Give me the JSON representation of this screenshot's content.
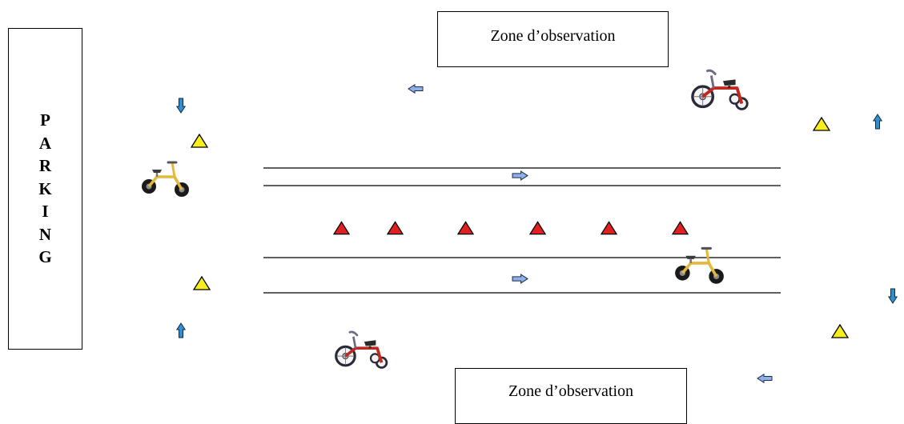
{
  "parking": {
    "label": "P\nA\nR\nK\nI\nN\nG"
  },
  "observation_top": {
    "label": "Zone d’observation"
  },
  "observation_bottom": {
    "label": "Zone d’observation"
  },
  "colors": {
    "cone_yellow": "#f7ee1c",
    "cone_red": "#e02020",
    "arrow_blue": "#2f8fd0",
    "arrow_light": "#8fb2e6",
    "bike_yellow": "#e4b93b",
    "tricycle_red": "#c2281e"
  },
  "icons": [
    "yellow-cone-icon",
    "red-cone-icon",
    "blue-arrow-icon",
    "light-arrow-icon",
    "balance-bike-icon",
    "tricycle-icon"
  ]
}
